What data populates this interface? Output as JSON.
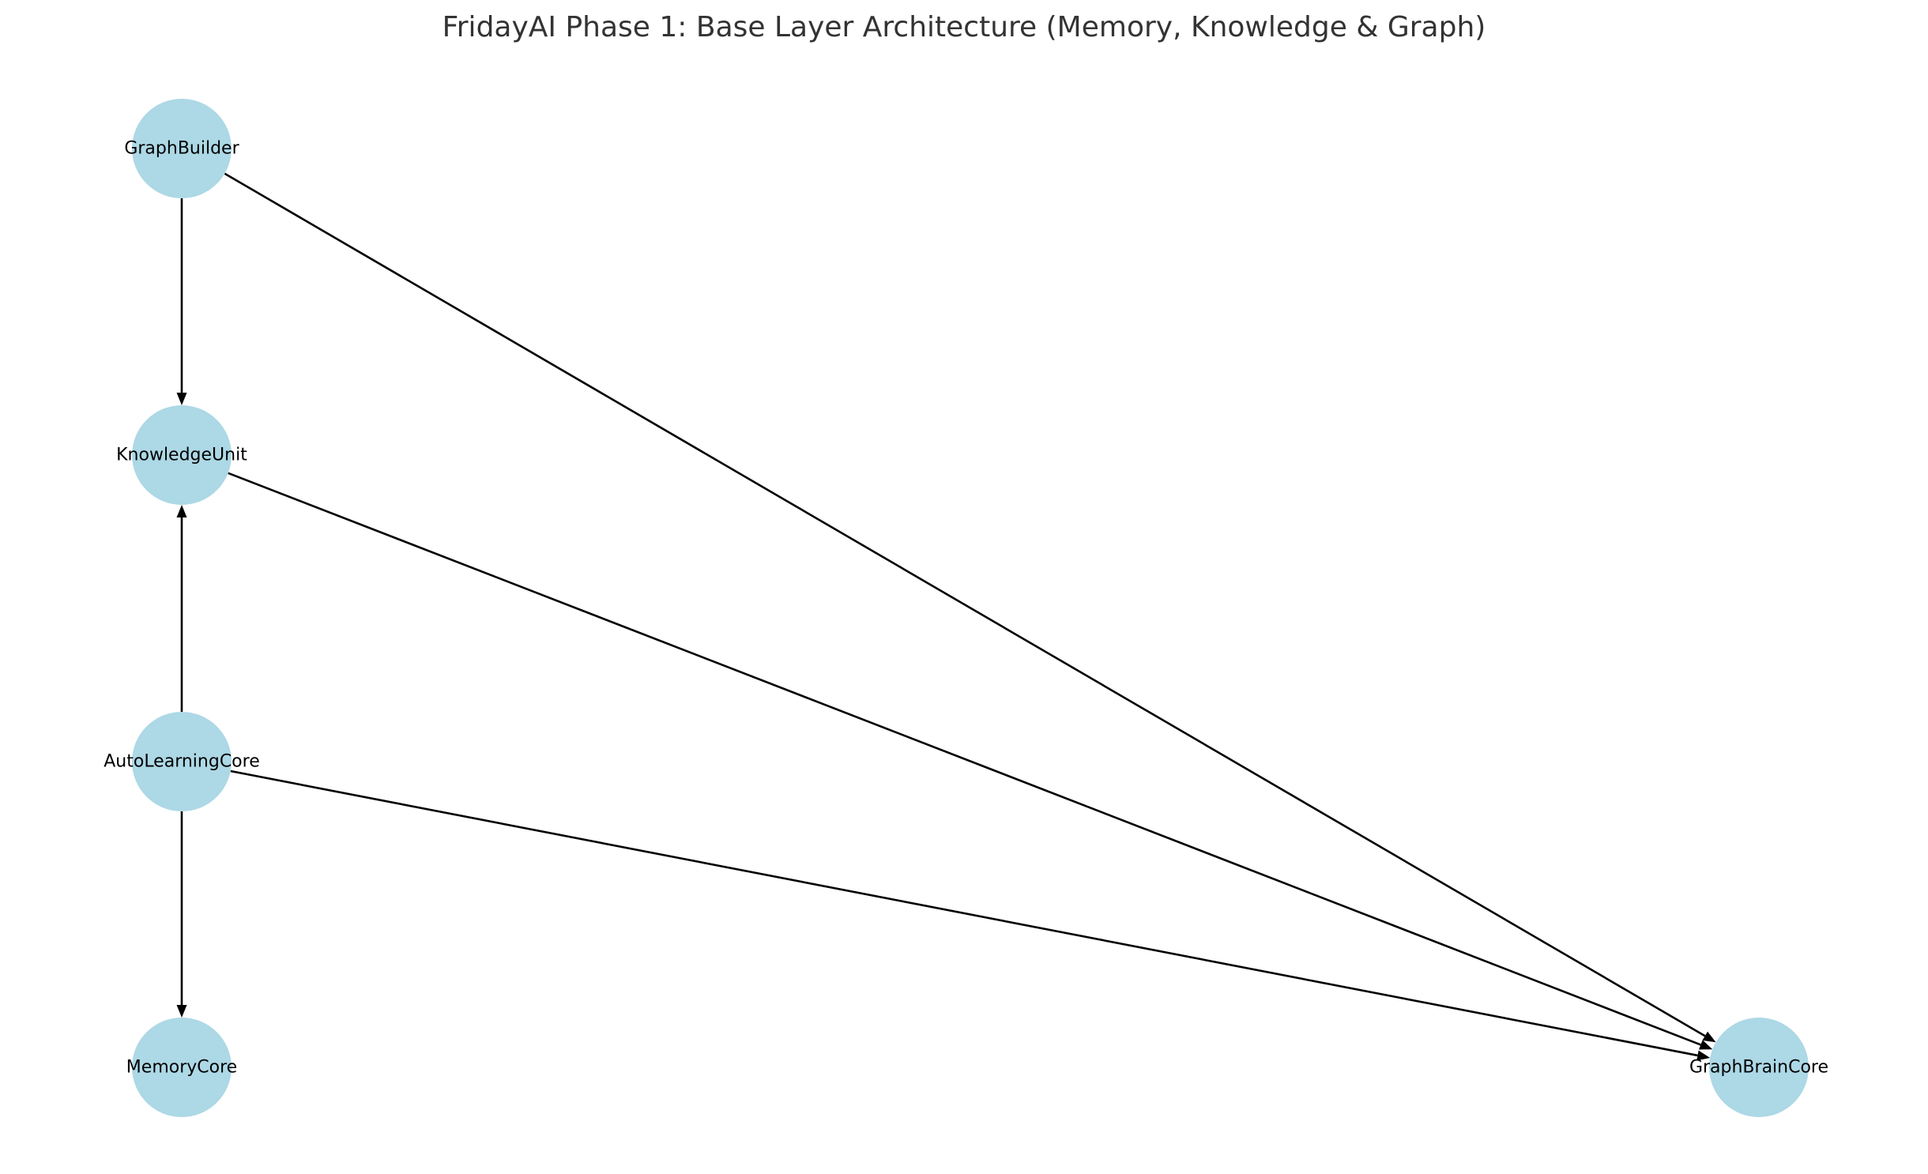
{
  "title": "FridayAI Phase 1: Base Layer Architecture (Memory, Knowledge & Graph)",
  "node_color": "#add8e6",
  "edge_color": "#000000",
  "nodes": [
    {
      "id": "GraphBuilder",
      "label": "GraphBuilder"
    },
    {
      "id": "KnowledgeUnit",
      "label": "KnowledgeUnit"
    },
    {
      "id": "AutoLearningCore",
      "label": "AutoLearningCore"
    },
    {
      "id": "MemoryCore",
      "label": "MemoryCore"
    },
    {
      "id": "GraphBrainCore",
      "label": "GraphBrainCore"
    }
  ],
  "edges": [
    {
      "from": "GraphBuilder",
      "to": "KnowledgeUnit"
    },
    {
      "from": "GraphBuilder",
      "to": "GraphBrainCore"
    },
    {
      "from": "KnowledgeUnit",
      "to": "GraphBrainCore"
    },
    {
      "from": "AutoLearningCore",
      "to": "KnowledgeUnit"
    },
    {
      "from": "AutoLearningCore",
      "to": "MemoryCore"
    },
    {
      "from": "AutoLearningCore",
      "to": "GraphBrainCore"
    }
  ]
}
